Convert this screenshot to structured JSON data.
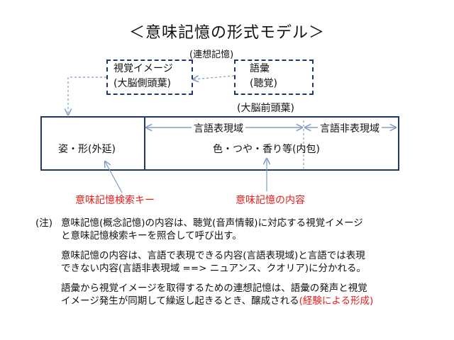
{
  "title": "＜意味記憶の形式モデル＞",
  "associative_label": "(連想記憶)",
  "visual_box": {
    "line1": "視覚イメージ",
    "line2": "(大脳側頭葉)"
  },
  "vocab_box": {
    "line1": "語彙",
    "line2": "(聴覚)"
  },
  "frontal_label": "(大脳前頭葉)",
  "main_box": {
    "left_text": "姿・形(外延)",
    "verbal_domain": "言語表現域",
    "nonverbal_domain": "言語非表現域",
    "content_text": "色・つや・香り等(内包)"
  },
  "key_label": "意味記憶検索キー",
  "content_label": "意味記憶の内容",
  "notes": {
    "prefix": "(注)",
    "p1_line1": "意味記憶(概念記憶)の内容は、聴覚(音声情報)に対応する視覚イメージ",
    "p1_line2": "と意味記憶検索キーを照合して呼び出す。",
    "p2_line1": "意味記憶の内容は、言語で表現できる内容(言語表現域)と言語では表現",
    "p2_line2": "できない内容(言語非表現域 ==> ニュアンス、クオリア)に分かれる。",
    "p3_line1": "語彙から視覚イメージを取得するための連想記憶は、語彙の発声と視覚",
    "p3_line2_black": "イメージ発生が同期して繰返し起きるとき、醸成される",
    "p3_line2_red": "(経験による形成)"
  },
  "colors": {
    "box_border": "#1f3864",
    "arrow": "#7f9bc4",
    "highlight": "#e0201b"
  }
}
